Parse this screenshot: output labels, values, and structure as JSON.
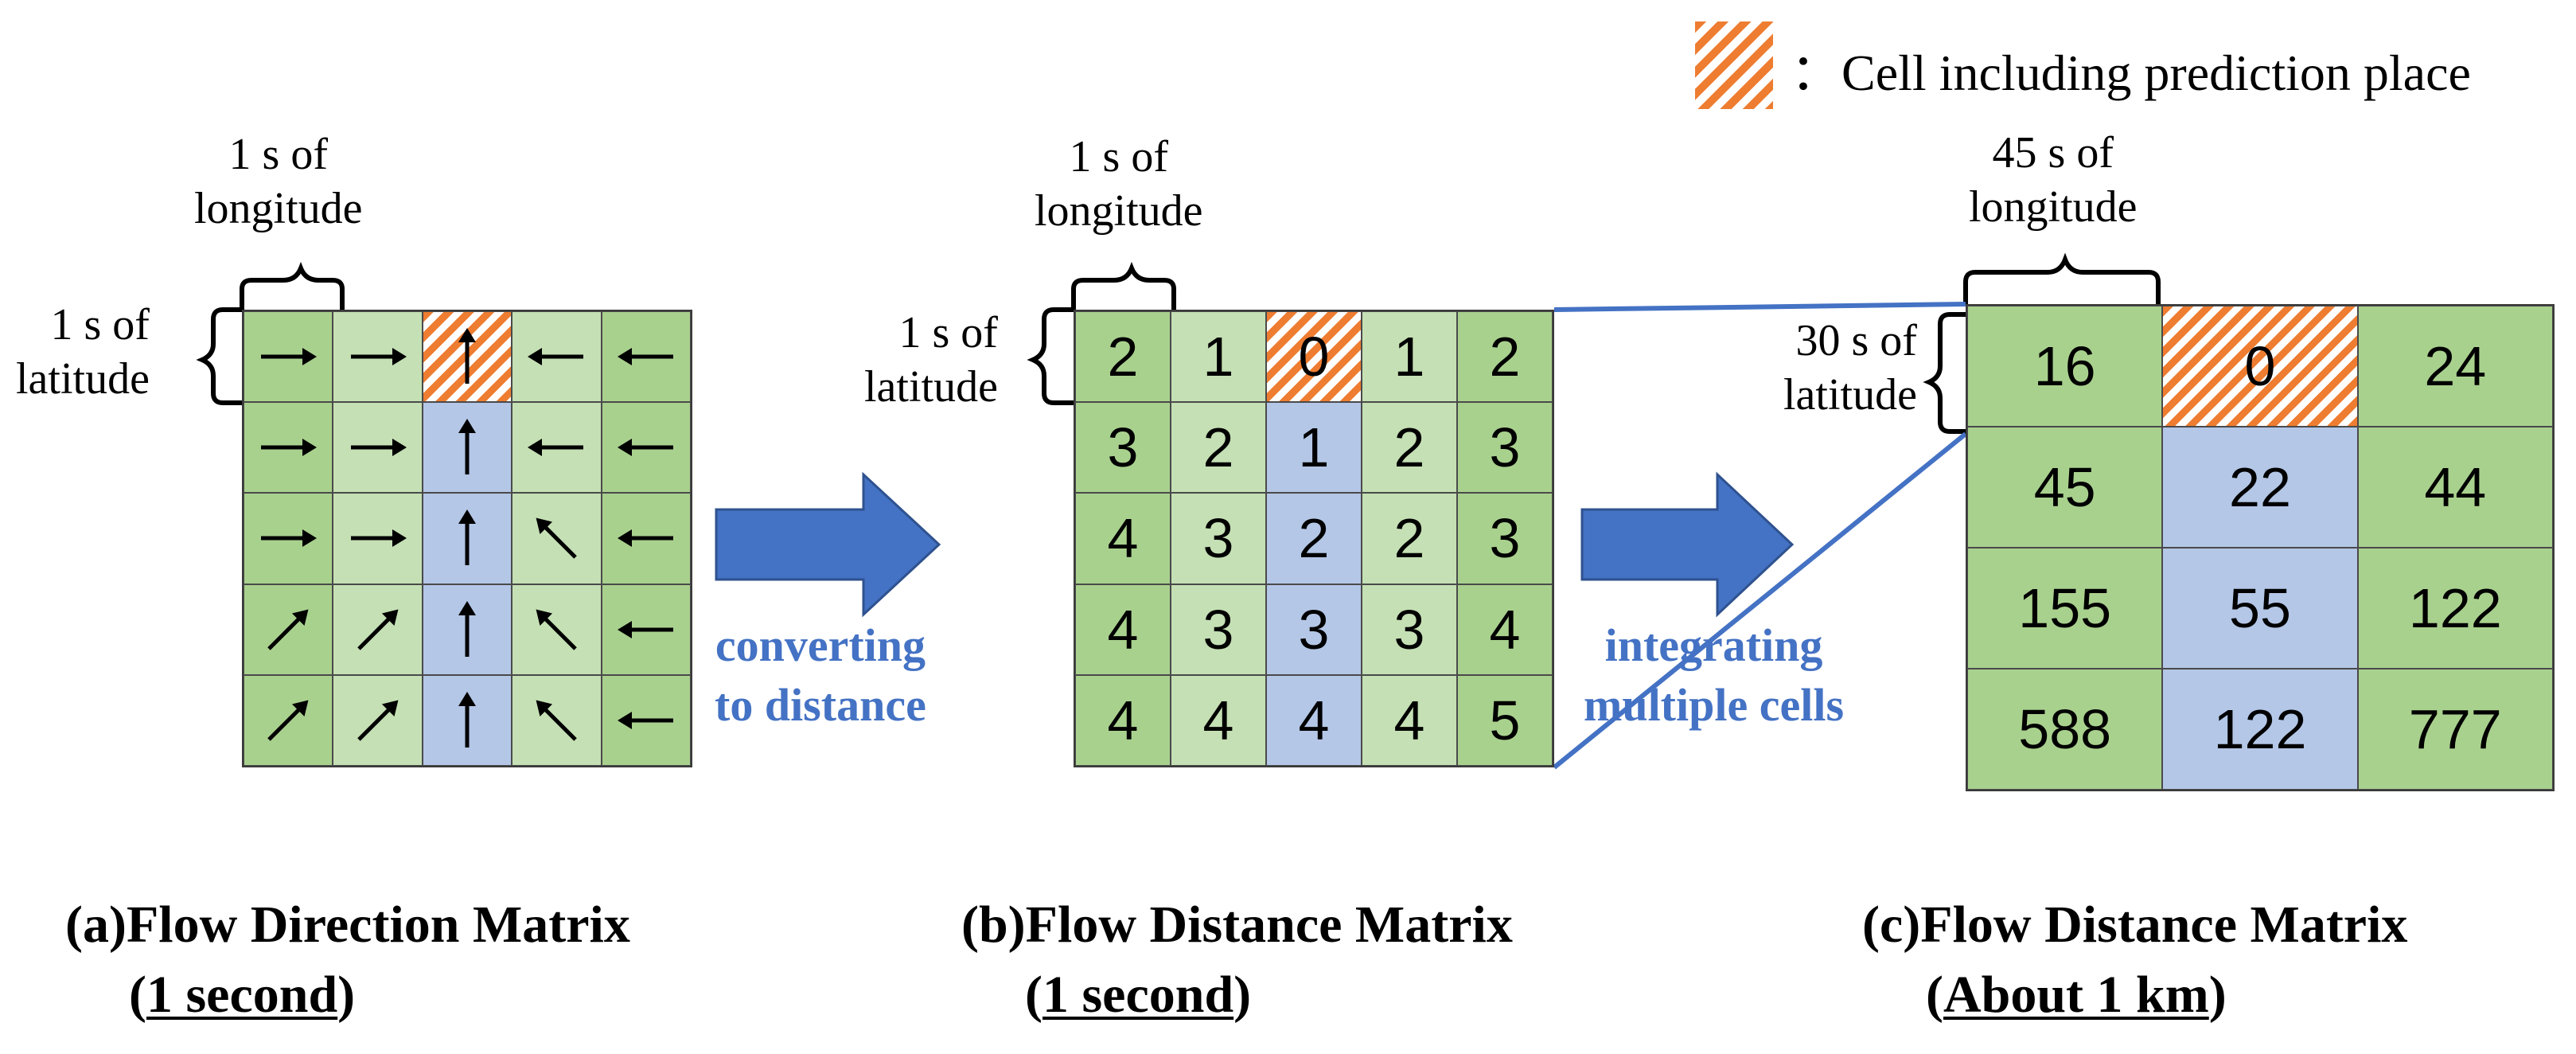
{
  "legend": {
    "colon": "：",
    "text": "Cell including prediction place",
    "hatch_color": "#ee7d31"
  },
  "colors": {
    "dark_green": "#a9d18e",
    "light_green": "#c5e0b4",
    "blue": "#b4c7e7",
    "accent_blue": "#4472c4"
  },
  "panel_a": {
    "lon_label_1": "1 s of",
    "lon_label_2": "longitude",
    "lat_label_1": "1 s of",
    "lat_label_2": "latitude",
    "caption_line1": "(a)Flow Direction Matrix",
    "caption_open": "(",
    "caption_underlined": "1 second",
    "caption_close": ")",
    "cell_colors": [
      [
        "dark",
        "light",
        "hatch",
        "light",
        "dark"
      ],
      [
        "dark",
        "light",
        "blue",
        "light",
        "dark"
      ],
      [
        "dark",
        "light",
        "blue",
        "light",
        "dark"
      ],
      [
        "dark",
        "light",
        "blue",
        "light",
        "dark"
      ],
      [
        "dark",
        "light",
        "blue",
        "light",
        "dark"
      ]
    ],
    "directions": [
      [
        "right-arrow",
        "right-arrow",
        "up-arrow",
        "left-arrow",
        "left-arrow"
      ],
      [
        "right-arrow",
        "right-arrow",
        "up-arrow",
        "left-arrow",
        "left-arrow"
      ],
      [
        "right-arrow",
        "right-arrow",
        "up-arrow",
        "up-left-arrow",
        "left-arrow"
      ],
      [
        "up-right-arrow",
        "up-right-arrow",
        "up-arrow",
        "up-left-arrow",
        "left-arrow"
      ],
      [
        "up-right-arrow",
        "up-right-arrow",
        "up-arrow",
        "up-left-arrow",
        "left-arrow"
      ]
    ]
  },
  "arrow_1": {
    "line1": "converting",
    "line2": "to distance"
  },
  "panel_b": {
    "lon_label_1": "1 s of",
    "lon_label_2": "longitude",
    "lat_label_1": "1 s of",
    "lat_label_2": "latitude",
    "caption_line1": "(b)Flow Distance Matrix",
    "caption_open": "(",
    "caption_underlined": "1 second",
    "caption_close": ")",
    "cell_colors": [
      [
        "dark",
        "light",
        "hatch",
        "light",
        "dark"
      ],
      [
        "dark",
        "light",
        "blue",
        "light",
        "dark"
      ],
      [
        "dark",
        "light",
        "blue",
        "light",
        "dark"
      ],
      [
        "dark",
        "light",
        "blue",
        "light",
        "dark"
      ],
      [
        "dark",
        "light",
        "blue",
        "light",
        "dark"
      ]
    ],
    "values": [
      [
        "2",
        "1",
        "0",
        "1",
        "2"
      ],
      [
        "3",
        "2",
        "1",
        "2",
        "3"
      ],
      [
        "4",
        "3",
        "2",
        "2",
        "3"
      ],
      [
        "4",
        "3",
        "3",
        "3",
        "4"
      ],
      [
        "4",
        "4",
        "4",
        "4",
        "5"
      ]
    ]
  },
  "arrow_2": {
    "line1": "integrating",
    "line2": "multiple cells"
  },
  "panel_c": {
    "lon_label_1": "45 s of",
    "lon_label_2": "longitude",
    "lat_label_1": "30 s of",
    "lat_label_2": "latitude",
    "caption_line1": "(c)Flow Distance Matrix",
    "caption_open": "(",
    "caption_underlined": "About 1 km",
    "caption_close": ")",
    "cell_colors": [
      [
        "dark",
        "hatch",
        "dark"
      ],
      [
        "dark",
        "blue",
        "dark"
      ],
      [
        "dark",
        "blue",
        "dark"
      ],
      [
        "dark",
        "blue",
        "dark"
      ]
    ],
    "values": [
      [
        "16",
        "0",
        "24"
      ],
      [
        "45",
        "22",
        "44"
      ],
      [
        "155",
        "55",
        "122"
      ],
      [
        "588",
        "122",
        "777"
      ]
    ]
  }
}
